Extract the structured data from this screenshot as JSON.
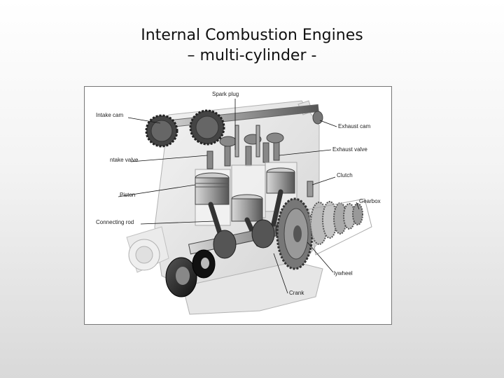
{
  "slide": {
    "title_line1": "Internal Combustion Engines",
    "title_line2": "– multi-cylinder -"
  },
  "diagram": {
    "labels": {
      "spark_plug": "Spark plug",
      "intake_cam": "Intake cam",
      "exhaust_cam": "Exhaust cam",
      "intake_valve": "ntake valve",
      "exhaust_valve": "Exhaust valve",
      "clutch": "Clutch",
      "piston": "Piston",
      "gearbox": "Gearbox",
      "connecting_rod": "Connecting rod",
      "flywheel": "lywheel",
      "crank": "Crank"
    }
  }
}
